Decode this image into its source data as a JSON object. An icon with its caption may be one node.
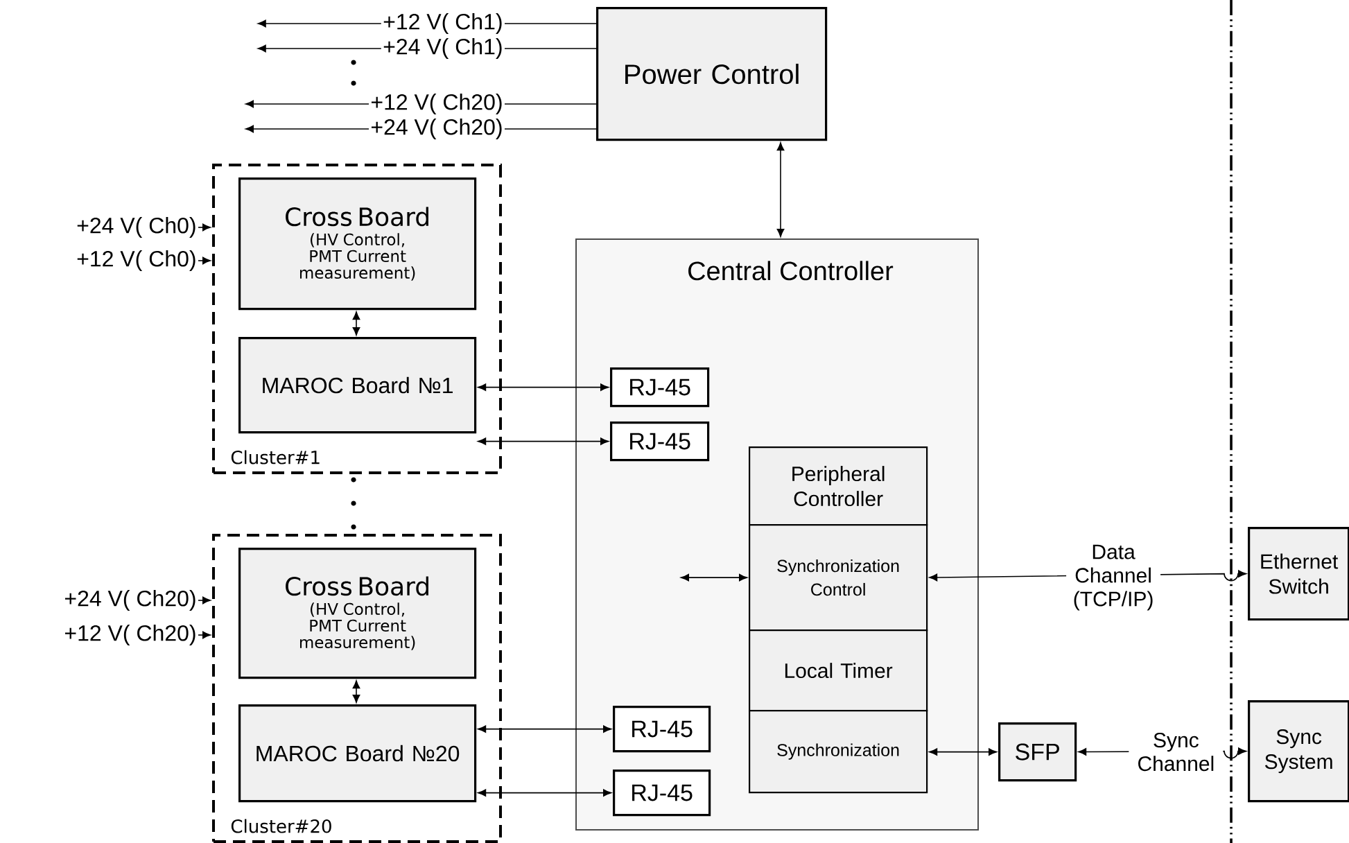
{
  "diagram": {
    "nodes": [
      {
        "text": [
          "Power Control"
        ]
      },
      {
        "text": [
          "Central Controller"
        ]
      },
      {
        "text": [
          "Cluster#1"
        ]
      },
      {
        "text": [
          "Cross Board",
          "(HV Control, PMT Current measurement)"
        ],
        "in": 2
      },
      {
        "text": [
          "MAROC Board №1"
        ],
        "in": 2
      },
      {
        "text": [
          "Cluster#20"
        ]
      },
      {
        "text": [
          "Cross Board",
          "(HV Control, PMT Current measurement)"
        ],
        "in": 5
      },
      {
        "text": [
          "MAROC Board №20"
        ],
        "in": 5
      },
      {
        "text": [
          "RJ-45"
        ],
        "in": 1
      },
      {
        "text": [
          "RJ-45"
        ],
        "in": 1
      },
      {
        "text": [
          "RJ-45"
        ],
        "in": 1
      },
      {
        "text": [
          "RJ-45"
        ],
        "in": 1
      },
      {
        "text": [
          "Peripheral Controller"
        ],
        "in": 1
      },
      {
        "text": [
          "Synchronization Control"
        ],
        "in": 1
      },
      {
        "text": [
          "Local Timer"
        ],
        "in": 1
      },
      {
        "text": [
          "Synchronization"
        ],
        "in": 1
      },
      {
        "text": [
          "SFP"
        ]
      },
      {
        "text": [
          "Ethernet Switch"
        ]
      },
      {
        "text": [
          "Sync System"
        ]
      },
      {
        "text": [
          "+12 V( Ch1)"
        ]
      },
      {
        "text": [
          "+24 V( Ch1)"
        ]
      },
      {
        "text": [
          "+12 V( Ch20)"
        ]
      },
      {
        "text": [
          "+24 V( Ch20)"
        ]
      },
      {
        "text": [
          "+24 V( Ch0)"
        ]
      },
      {
        "text": [
          "+12 V( Ch0)"
        ]
      },
      {
        "text": [
          "+24 V( Ch20)"
        ]
      },
      {
        "text": [
          "+12 V( Ch20)"
        ]
      }
    ],
    "edges": [
      {
        "from": 0,
        "to": 1,
        "arrow": "both"
      },
      {
        "from": 3,
        "to": 4,
        "arrow": "both"
      },
      {
        "from": 4,
        "to": 8,
        "arrow": "both"
      },
      {
        "from": 4,
        "to": 9,
        "arrow": "both"
      },
      {
        "from": 6,
        "to": 7,
        "arrow": "both"
      },
      {
        "from": 7,
        "to": 10,
        "arrow": "both"
      },
      {
        "from": 7,
        "to": 11,
        "arrow": "both"
      },
      {
        "from": null,
        "to": 13,
        "arrow": "both"
      },
      {
        "from": 13,
        "to": 17,
        "arrow": "both",
        "label": "Data Channel (TCP/IP)"
      },
      {
        "from": 15,
        "to": 16,
        "arrow": "both"
      },
      {
        "from": 16,
        "to": 18,
        "arrow": "both",
        "label": "Sync Channel"
      },
      {
        "from": 0,
        "to": 19,
        "arrow": "none"
      },
      {
        "from": 19,
        "to": null,
        "arrow": "to"
      },
      {
        "from": 0,
        "to": 20,
        "arrow": "none"
      },
      {
        "from": 20,
        "to": null,
        "arrow": "to"
      },
      {
        "from": 0,
        "to": 21,
        "arrow": "none"
      },
      {
        "from": 21,
        "to": null,
        "arrow": "to"
      },
      {
        "from": 0,
        "to": 22,
        "arrow": "none"
      },
      {
        "from": 22,
        "to": null,
        "arrow": "to"
      },
      {
        "from": 23,
        "to": 2,
        "arrow": "to"
      },
      {
        "from": 24,
        "to": 2,
        "arrow": "to"
      },
      {
        "from": 25,
        "to": 5,
        "arrow": "to"
      },
      {
        "from": 26,
        "to": 5,
        "arrow": "to"
      }
    ]
  }
}
